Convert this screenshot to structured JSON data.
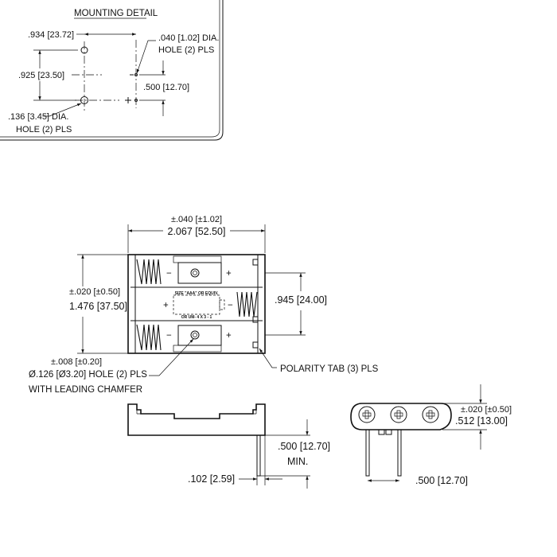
{
  "mounting_detail": {
    "title": "MOUNTING DETAIL",
    "dim_horizontal": ".934 [23.72]",
    "small_hole_line1": ".040 [1.02] DIA.",
    "small_hole_line2": "HOLE (2) PLS",
    "dim_vertical": ".925 [23.50]",
    "dim_small_spacing": ".500 [12.70]",
    "large_hole_line1": ".136 [3.45] DIA.",
    "large_hole_line2": "HOLE (2) PLS"
  },
  "top_view": {
    "width_tolerance": "±.040 [±1.02]",
    "width": "2.067 [52.50]",
    "height_tolerance": "±.020 [±0.50]",
    "height": "1.476 [37.50]",
    "cell_pitch": ".945 [24.00]",
    "cell_text_line1": "SIZE \"AAA\" OR EQUIV.",
    "cell_text_line2": "OR UM- 4 X 3 - 1",
    "hole_tolerance": "±.008 [±0.20]",
    "hole_line1": "Ø.126 [Ø3.20] HOLE (2) PLS",
    "hole_line2": "WITH LEADING CHAMFER",
    "polarity_tab": "POLARITY TAB (3) PLS",
    "plus_sign": "+",
    "minus_sign": "−"
  },
  "side_view": {
    "pin_length": ".500 [12.70]",
    "pin_length_qualifier": "MIN.",
    "pin_offset": ".102 [2.59]"
  },
  "end_view": {
    "height_tolerance": "±.020 [±0.50]",
    "height": ".512 [13.00]",
    "pin_spacing": ".500 [12.70]"
  }
}
